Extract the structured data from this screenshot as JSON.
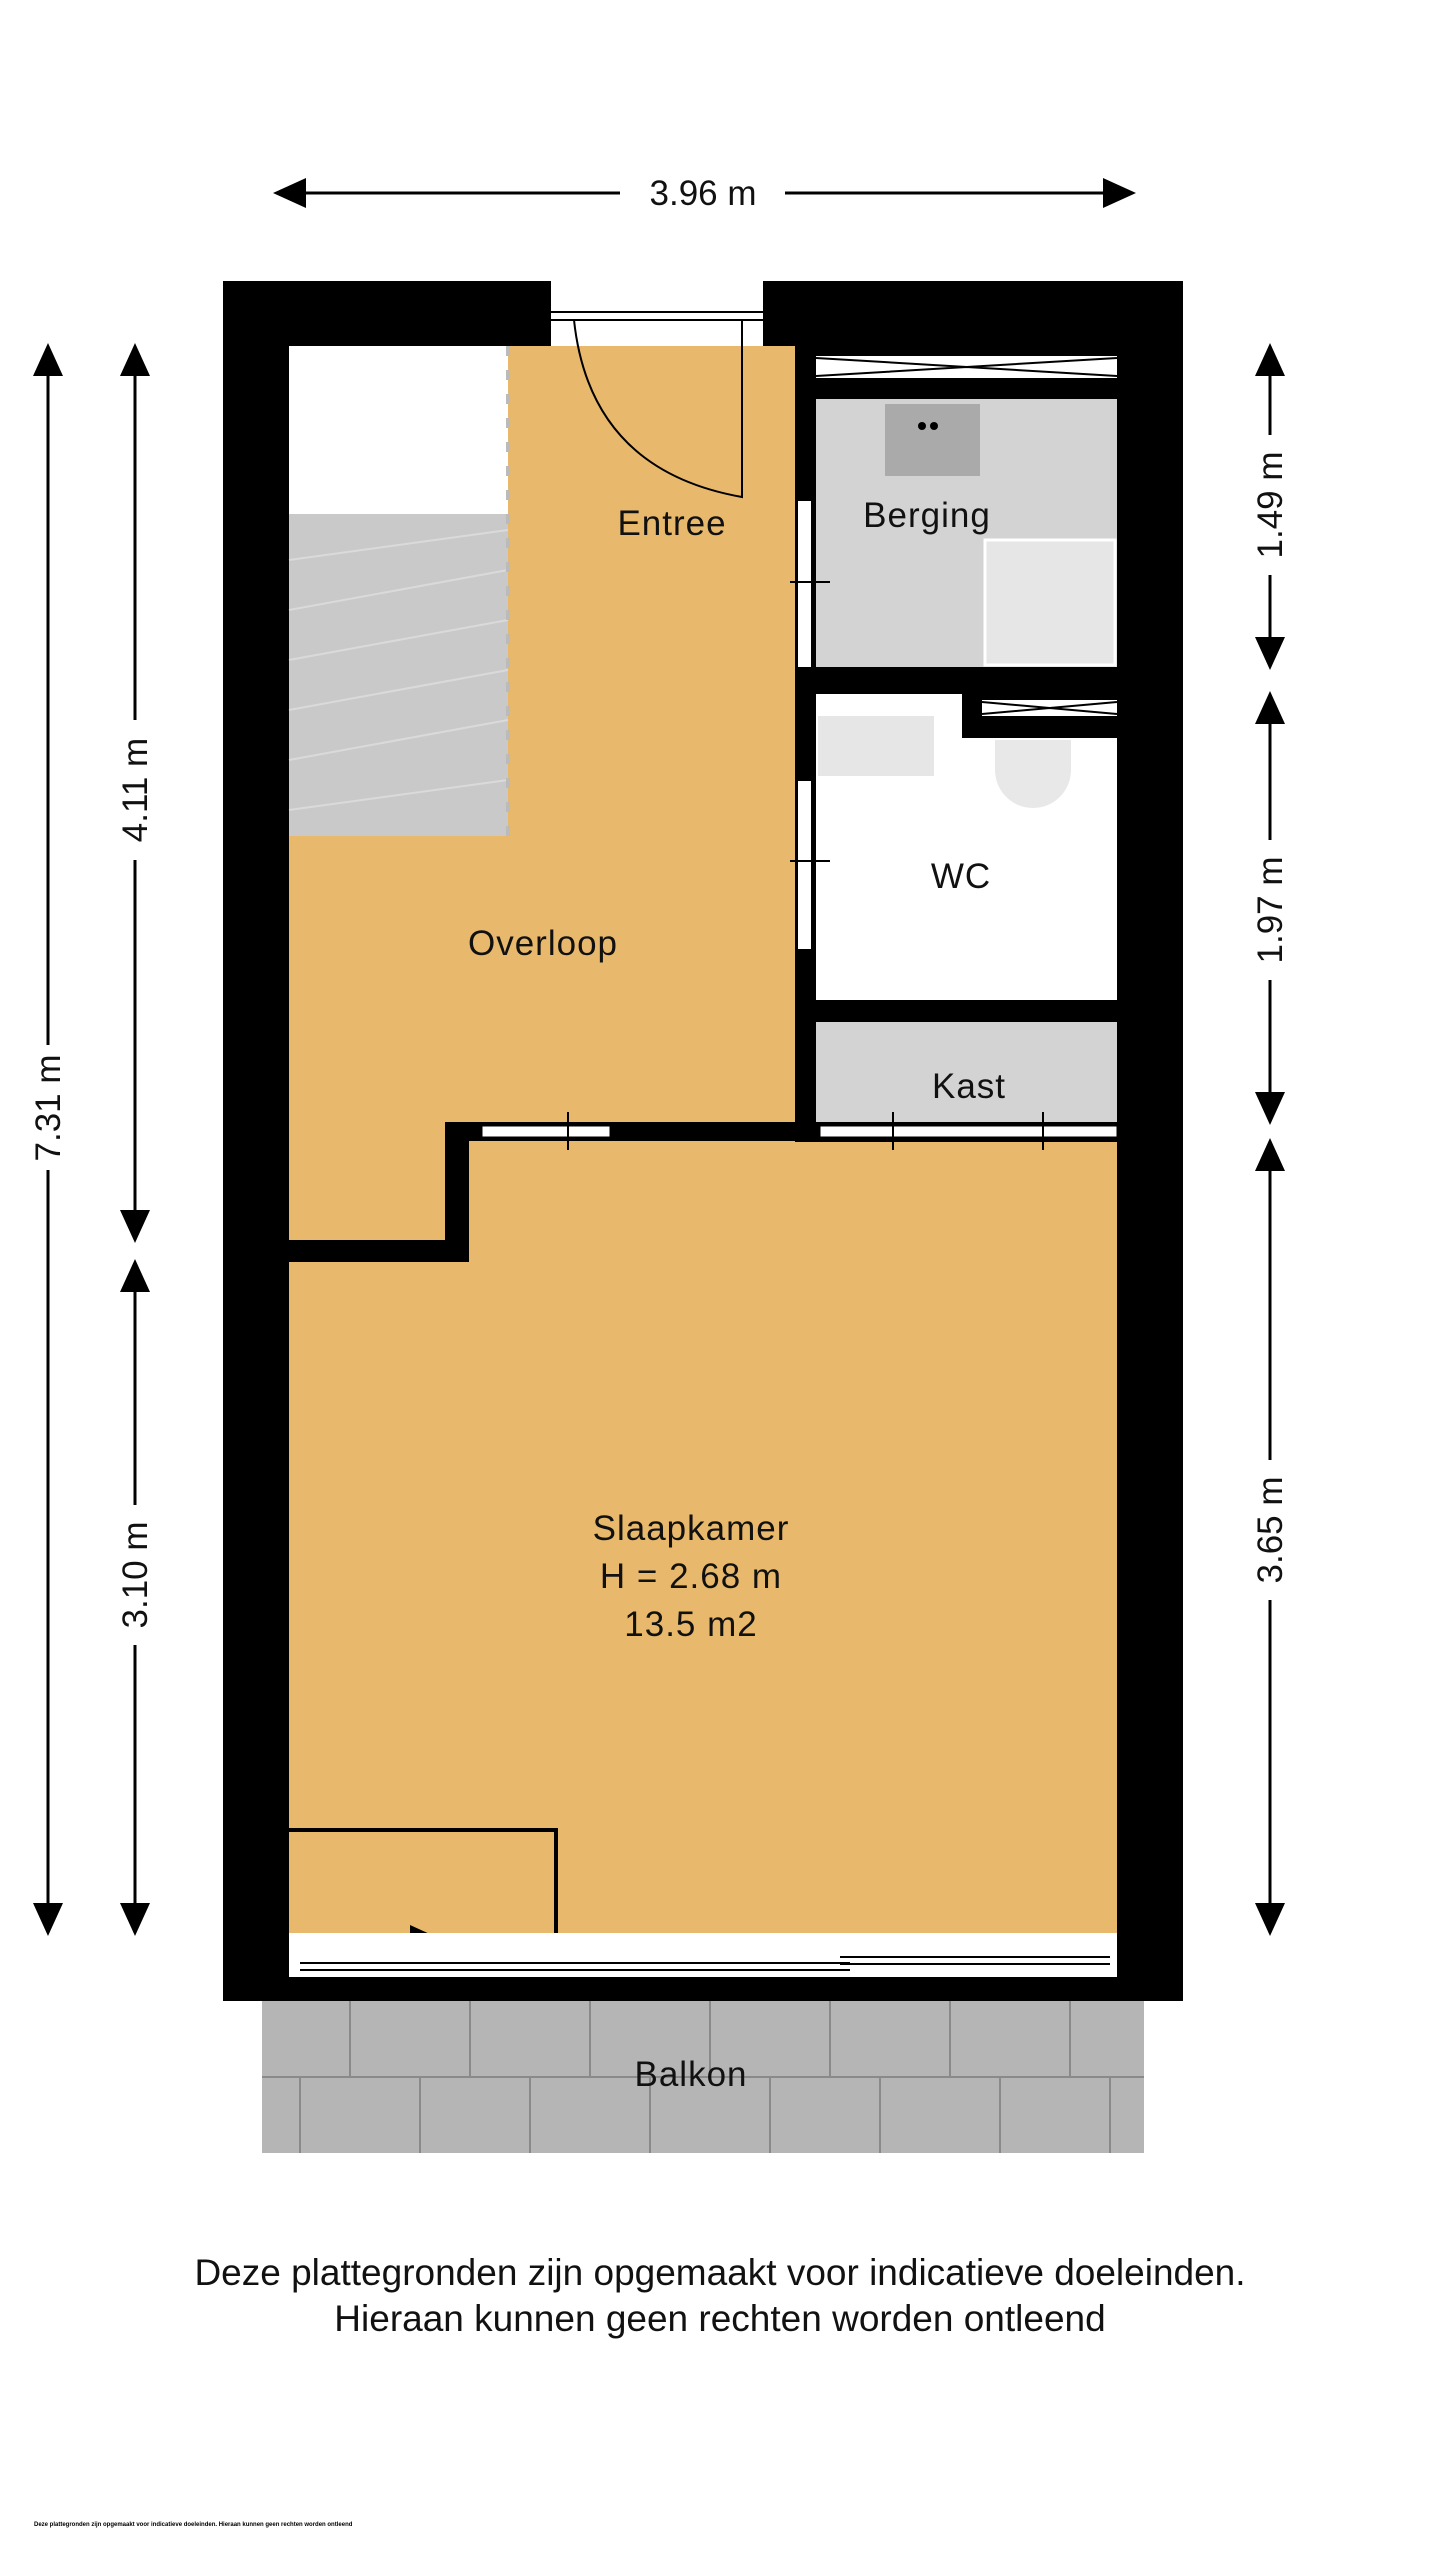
{
  "dimensions": {
    "width_total": "3.96 m",
    "height_total": "7.31 m",
    "left_upper": "4.11 m",
    "left_lower": "3.10 m",
    "right_berging": "1.49 m",
    "right_wc": "1.97 m",
    "right_slaapkamer": "3.65 m"
  },
  "rooms": {
    "entree": "Entree",
    "berging": "Berging",
    "wc": "WC",
    "overloop": "Overloop",
    "kast": "Kast",
    "slaapkamer": "Slaapkamer",
    "slaapkamer_height": "H = 2.68 m",
    "slaapkamer_area": "13.5 m2",
    "balkon": "Balkon"
  },
  "colors": {
    "wall": "#000000",
    "floor": "#e8b96c",
    "wet": "#d3d3d3",
    "balcony": "#b5b5b5"
  },
  "disclaimer": {
    "line1": "Deze plattegronden zijn opgemaakt voor indicatieve doeleinden.",
    "line2": "Hieraan kunnen geen rechten worden ontleend",
    "small": "Deze plattegronden zijn opgemaakt voor indicatieve doeleinden. Hieraan kunnen geen rechten worden ontleend"
  }
}
